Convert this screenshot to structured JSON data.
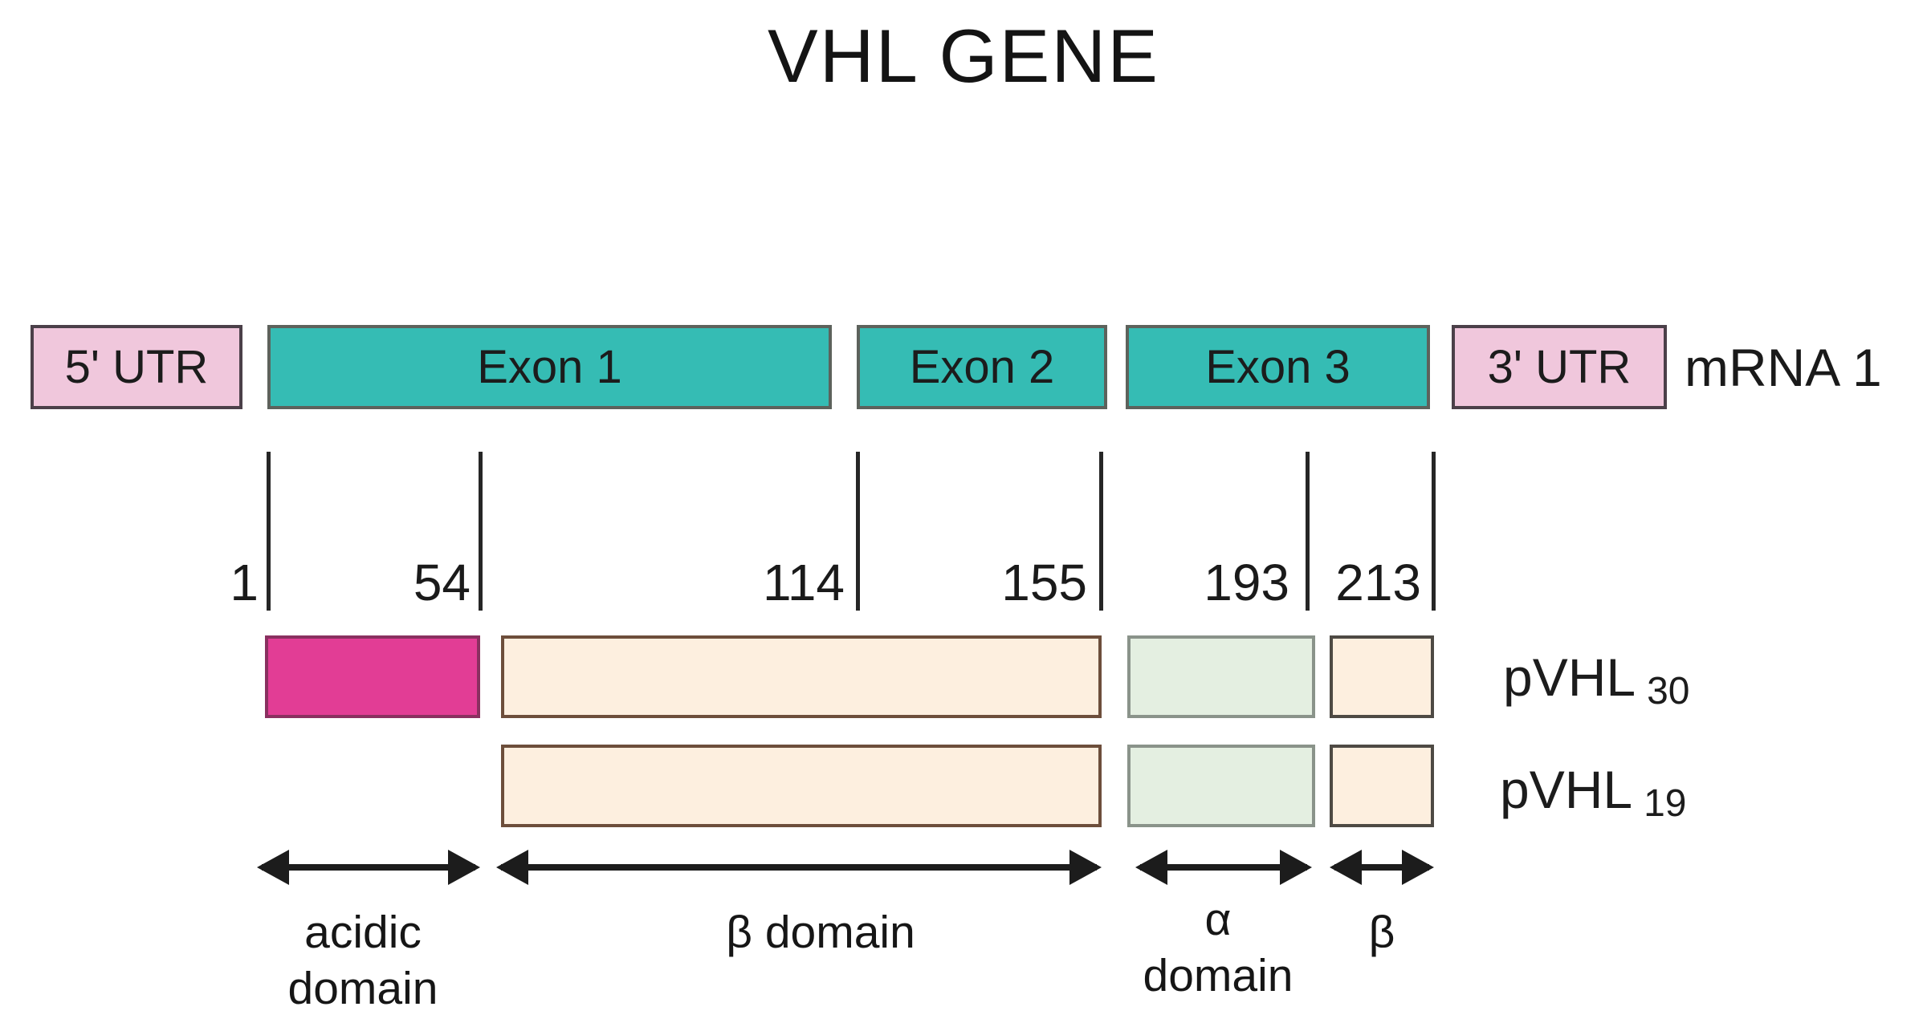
{
  "title": "VHL GENE",
  "mrna": {
    "label": "mRNA 1",
    "segments": [
      {
        "label": "5' UTR",
        "type": "utr"
      },
      {
        "label": "Exon 1",
        "type": "exon"
      },
      {
        "label": "Exon 2",
        "type": "exon"
      },
      {
        "label": "Exon 3",
        "type": "exon"
      },
      {
        "label": "3' UTR",
        "type": "utr"
      }
    ]
  },
  "positions": [
    "1",
    "54",
    "114",
    "155",
    "193",
    "213"
  ],
  "proteins": [
    {
      "name": "pVHL",
      "subscript": "30",
      "domains": [
        "acidic domain",
        "β domain",
        "α domain",
        "β"
      ]
    },
    {
      "name": "pVHL",
      "subscript": "19",
      "domains": [
        "β domain",
        "α domain",
        "β"
      ]
    }
  ],
  "domain_annotations": [
    {
      "line1": "acidic",
      "line2": "domain"
    },
    {
      "line1": "β domain",
      "line2": ""
    },
    {
      "line1": "α",
      "line2": "domain"
    },
    {
      "line1": "β",
      "line2": ""
    }
  ],
  "colors": {
    "teal": "#35bcb4",
    "teal_border": "#5d625c",
    "pink": "#f0c7dc",
    "pink_border": "#4b4049",
    "magenta": "#e23d95",
    "magenta_border": "#8a3060",
    "peach": "#fdefdf",
    "peach_border": "#6d4e3b",
    "green": "#e4efe1",
    "green_border": "#8a938a",
    "peach2_border": "#4e4a44",
    "ink": "#1c1c1c"
  }
}
